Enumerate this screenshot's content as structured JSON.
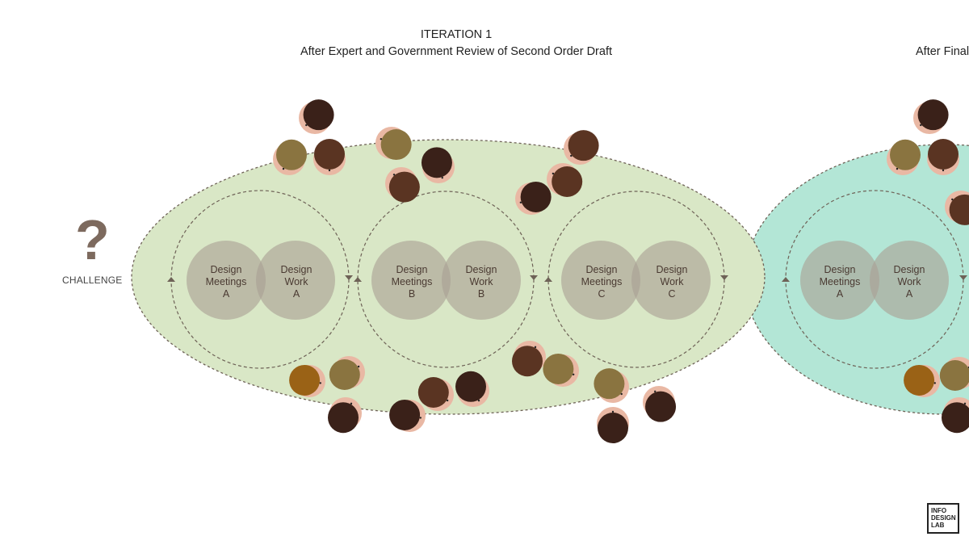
{
  "header": {
    "iteration_title": "ITERATION 1",
    "iteration_subtitle": "After Expert and Government Review of Second Order Draft",
    "next_subtitle": "After Final"
  },
  "challenge": {
    "symbol": "?",
    "label": "CHALLENGE"
  },
  "venn_pairs": [
    {
      "left": [
        "Design",
        "Meetings",
        "A"
      ],
      "right": [
        "Design",
        "Work",
        "A"
      ]
    },
    {
      "left": [
        "Design",
        "Meetings",
        "B"
      ],
      "right": [
        "Design",
        "Work",
        "B"
      ]
    },
    {
      "left": [
        "Design",
        "Meetings",
        "C"
      ],
      "right": [
        "Design",
        "Work",
        "C"
      ]
    },
    {
      "left": [
        "Design",
        "Meetings",
        "A"
      ],
      "right": [
        "Design",
        "Work",
        "A"
      ]
    }
  ],
  "logo": {
    "lines": [
      "INFO",
      "DESIGN",
      "LAB"
    ]
  },
  "colors": {
    "iteration1_fill": "#d9e7c6",
    "final_fill": "#b3e6d6",
    "venn_fill": "#a99f95",
    "dash_stroke": "#6e6257",
    "question_mark": "#7d6a5e"
  }
}
